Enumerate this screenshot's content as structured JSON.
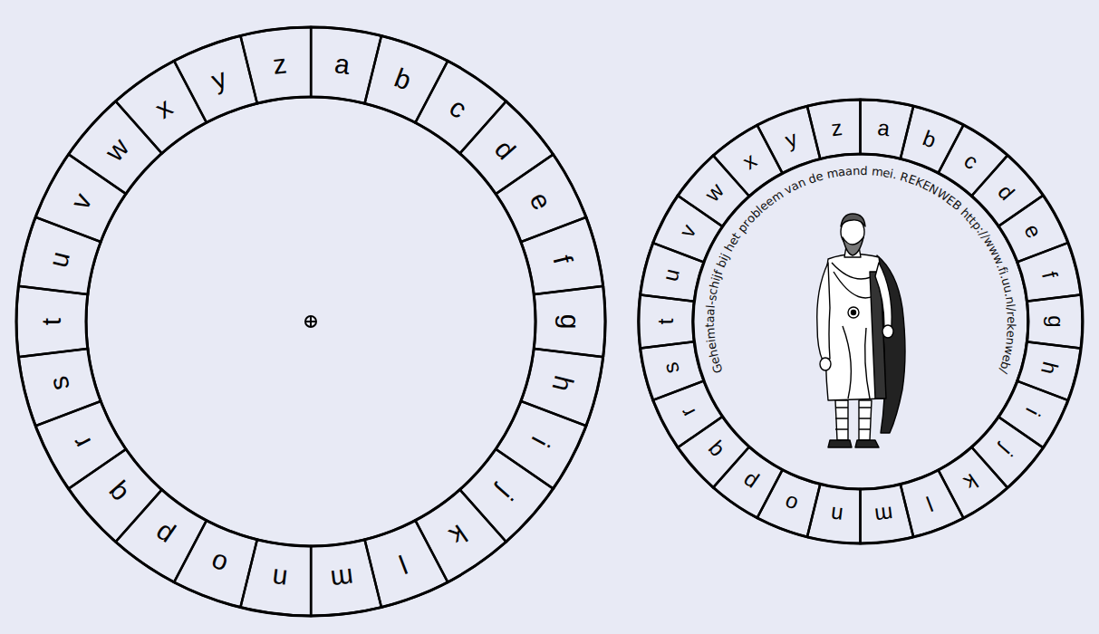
{
  "diagram": {
    "nodes": [
      {
        "text": [
          "a"
        ]
      },
      {
        "text": [
          "b"
        ]
      },
      {
        "text": [
          "c"
        ]
      },
      {
        "text": [
          "d"
        ]
      },
      {
        "text": [
          "e"
        ]
      },
      {
        "text": [
          "f"
        ]
      },
      {
        "text": [
          "g"
        ]
      },
      {
        "text": [
          "h"
        ]
      },
      {
        "text": [
          "i"
        ]
      },
      {
        "text": [
          "j"
        ]
      },
      {
        "text": [
          "k"
        ]
      },
      {
        "text": [
          "l"
        ]
      },
      {
        "text": [
          "m"
        ]
      },
      {
        "text": [
          "n"
        ]
      },
      {
        "text": [
          "o"
        ]
      },
      {
        "text": [
          "p"
        ]
      },
      {
        "text": [
          "q"
        ]
      },
      {
        "text": [
          "r"
        ]
      },
      {
        "text": [
          "s"
        ]
      },
      {
        "text": [
          "t"
        ]
      },
      {
        "text": [
          "u"
        ]
      },
      {
        "text": [
          "v"
        ]
      },
      {
        "text": [
          "w"
        ]
      },
      {
        "text": [
          "x"
        ]
      },
      {
        "text": [
          "y"
        ]
      },
      {
        "text": [
          "z"
        ]
      },
      {
        "text": [
          "a"
        ]
      },
      {
        "text": [
          "b"
        ]
      },
      {
        "text": [
          "c"
        ]
      },
      {
        "text": [
          "d"
        ]
      },
      {
        "text": [
          "e"
        ]
      },
      {
        "text": [
          "f"
        ]
      },
      {
        "text": [
          "g"
        ]
      },
      {
        "text": [
          "h"
        ]
      },
      {
        "text": [
          "i"
        ]
      },
      {
        "text": [
          "j"
        ]
      },
      {
        "text": [
          "k"
        ]
      },
      {
        "text": [
          "l"
        ]
      },
      {
        "text": [
          "m"
        ]
      },
      {
        "text": [
          "n"
        ]
      },
      {
        "text": [
          "o"
        ]
      },
      {
        "text": [
          "p"
        ]
      },
      {
        "text": [
          "q"
        ]
      },
      {
        "text": [
          "r"
        ]
      },
      {
        "text": [
          "s"
        ]
      },
      {
        "text": [
          "t"
        ]
      },
      {
        "text": [
          "u"
        ]
      },
      {
        "text": [
          "v"
        ]
      },
      {
        "text": [
          "w"
        ]
      },
      {
        "text": [
          "x"
        ]
      },
      {
        "text": [
          "y"
        ]
      },
      {
        "text": [
          "z"
        ]
      }
    ],
    "labels": [
      "Geheimtaal-schijf bij het probleem van de maand mei. REKENWEB http://www.fi.uu.nl/rekenweb/"
    ]
  }
}
